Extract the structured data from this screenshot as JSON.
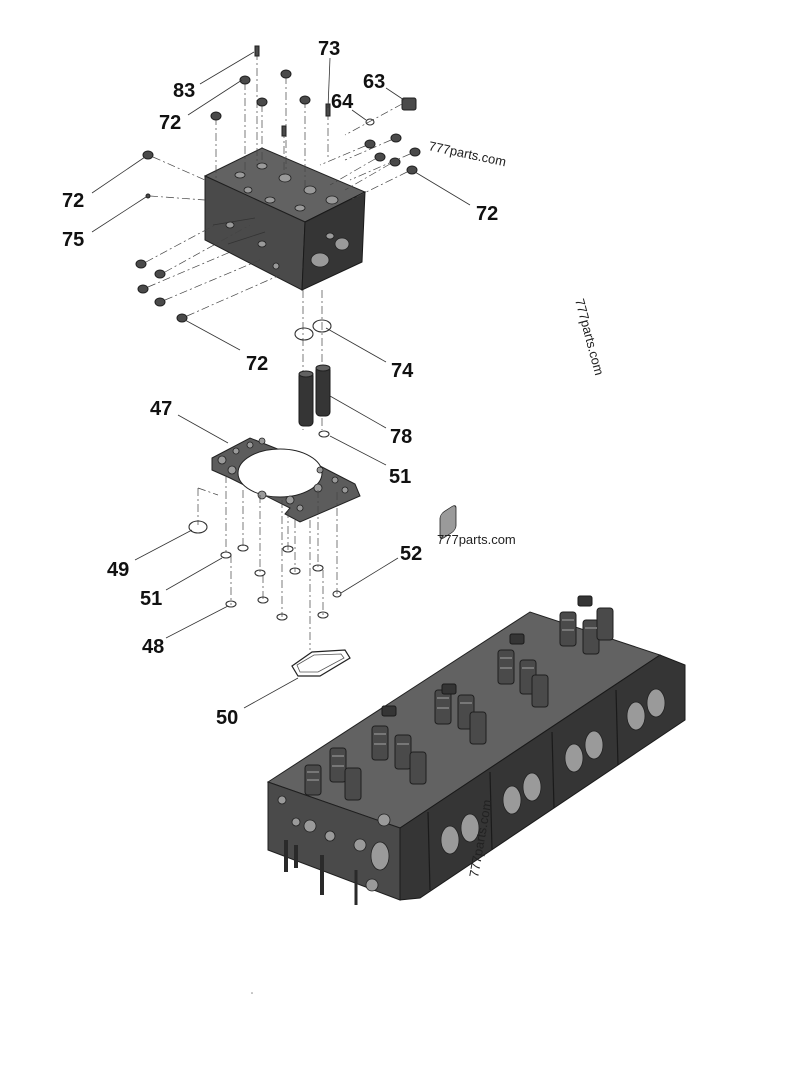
{
  "watermarks": [
    "777parts.com",
    "777parts.com",
    "777parts.com",
    "777parts.com"
  ],
  "callouts": {
    "c83": "83",
    "c73": "73",
    "c63": "63",
    "c64": "64",
    "c72a": "72",
    "c72b": "72",
    "c72c": "72",
    "c72d": "72",
    "c75": "75",
    "c74": "74",
    "c78": "78",
    "c47": "47",
    "c51a": "51",
    "c51b": "51",
    "c52": "52",
    "c49": "49",
    "c48": "48",
    "c50": "50"
  },
  "icons": {
    "single_head": "cylinder-head-exploded-icon",
    "assembly": "cylinder-head-assembly-icon",
    "gasket": "head-gasket-icon"
  }
}
